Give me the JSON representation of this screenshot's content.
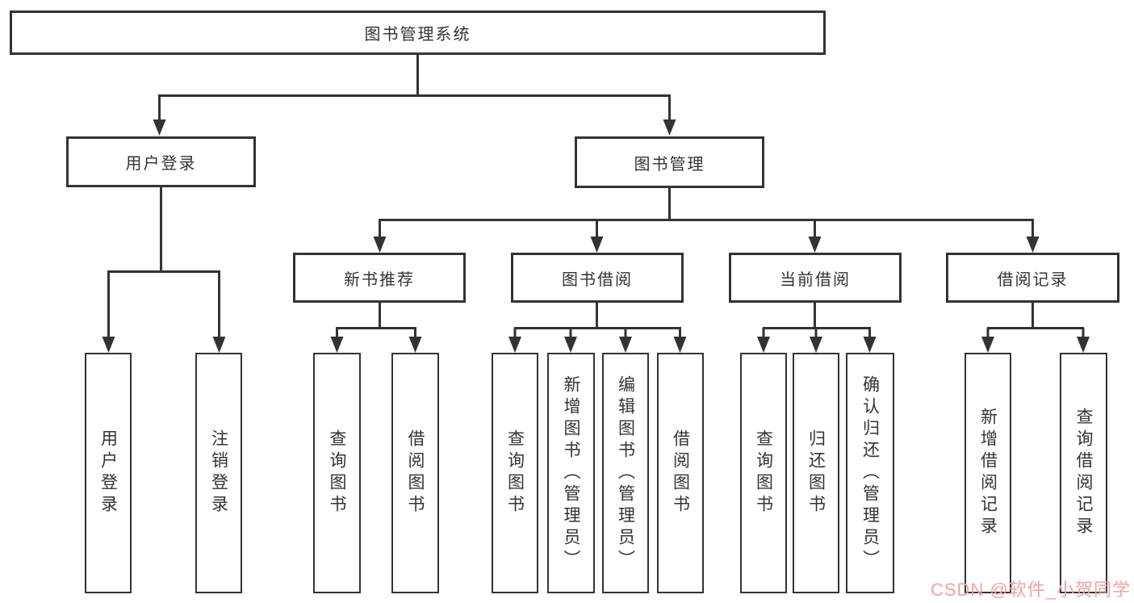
{
  "colors": {
    "line": "#333333",
    "node_border": "#333333",
    "node_text": "#333333",
    "watermark": "#f0a2a2",
    "background": "#ffffff"
  },
  "watermark": {
    "text": "CSDN @软件_小贺同学"
  },
  "tree": {
    "label": "图书管理系统",
    "children": [
      {
        "label": "用户登录",
        "children": [
          {
            "label": "用户登录"
          },
          {
            "label": "注销登录"
          }
        ]
      },
      {
        "label": "图书管理",
        "children": [
          {
            "label": "新书推荐",
            "children": [
              {
                "label": "查询图书"
              },
              {
                "label": "借阅图书"
              }
            ]
          },
          {
            "label": "图书借阅",
            "children": [
              {
                "label": "查询图书"
              },
              {
                "label": "新增图书（管理员）"
              },
              {
                "label": "编辑图书（管理员）"
              },
              {
                "label": "借阅图书"
              }
            ]
          },
          {
            "label": "当前借阅",
            "children": [
              {
                "label": "查询图书"
              },
              {
                "label": "归还图书"
              },
              {
                "label": "确认归还（管理员）"
              }
            ]
          },
          {
            "label": "借阅记录",
            "children": [
              {
                "label": "新增借阅记录"
              },
              {
                "label": "查询借阅记录"
              }
            ]
          }
        ]
      }
    ]
  }
}
